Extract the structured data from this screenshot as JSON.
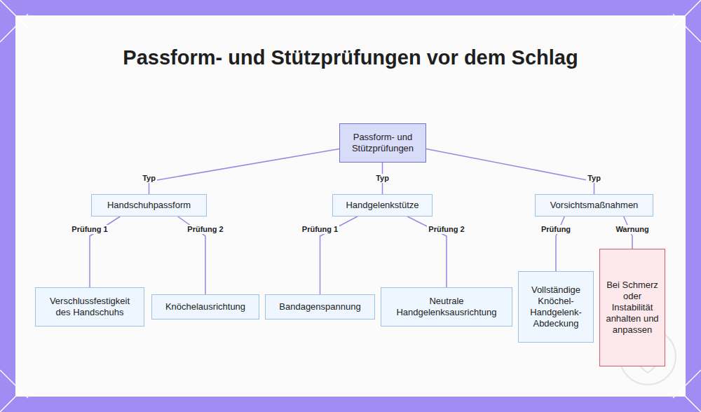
{
  "diagram": {
    "title": "Passform- und Stützprüfungen vor dem Schlag",
    "nodes": [
      {
        "text": [
          "Passform- und Stützprüfungen"
        ]
      },
      {
        "text": [
          "Handschuhpassform"
        ]
      },
      {
        "text": [
          "Handgelenkstütze"
        ]
      },
      {
        "text": [
          "Vorsichtsmaßnahmen"
        ]
      },
      {
        "text": [
          "Verschlussfestigkeit des Handschuhs"
        ]
      },
      {
        "text": [
          "Knöchelausrichtung"
        ]
      },
      {
        "text": [
          "Bandagenspannung"
        ]
      },
      {
        "text": [
          "Neutrale Handgelenksausrichtung"
        ]
      },
      {
        "text": [
          "Vollständige Knöchel-Handgelenk-Abdeckung"
        ]
      },
      {
        "text": [
          "Bei Schmerz oder Instabilität anhalten und anpassen"
        ]
      }
    ],
    "edges": [
      {
        "from": 0,
        "to": 1,
        "label": "Typ",
        "arrow": "none"
      },
      {
        "from": 0,
        "to": 2,
        "label": "Typ",
        "arrow": "none"
      },
      {
        "from": 0,
        "to": 3,
        "label": "Typ",
        "arrow": "none"
      },
      {
        "from": 1,
        "to": 4,
        "label": "Prüfung 1",
        "arrow": "none"
      },
      {
        "from": 1,
        "to": 5,
        "label": "Prüfung 2",
        "arrow": "none"
      },
      {
        "from": 2,
        "to": 6,
        "label": "Prüfung 1",
        "arrow": "none"
      },
      {
        "from": 2,
        "to": 7,
        "label": "Prüfung 2",
        "arrow": "none"
      },
      {
        "from": 3,
        "to": 8,
        "label": "Prüfung",
        "arrow": "none"
      },
      {
        "from": 3,
        "to": 9,
        "label": "Warnung",
        "arrow": "none"
      }
    ]
  }
}
